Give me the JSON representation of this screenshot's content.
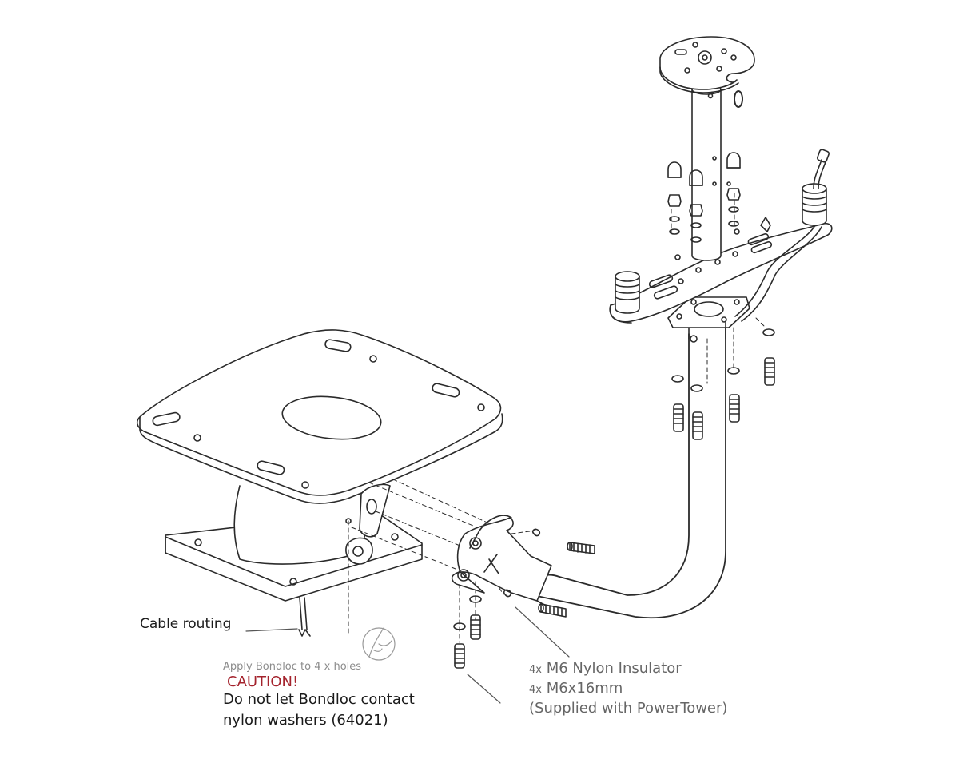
{
  "labels": {
    "cable_routing": "Cable routing",
    "bondloc_note": "Apply Bondloc to 4 x holes",
    "caution": "CAUTION!",
    "warning_line1": "Do not let Bondloc contact",
    "warning_line2": "nylon washers (64021)"
  },
  "hardware": {
    "line1_qty": "4x",
    "line1_text": "M6 Nylon Insulator",
    "line2_qty": "4x",
    "line2_text": "M6x16mm",
    "line3_text": "(Supplied with PowerTower)"
  },
  "colors": {
    "line": "#2b2b2b",
    "caution": "#a4232d",
    "note_grey": "#8c8c8c",
    "hardware_text": "#666666"
  }
}
